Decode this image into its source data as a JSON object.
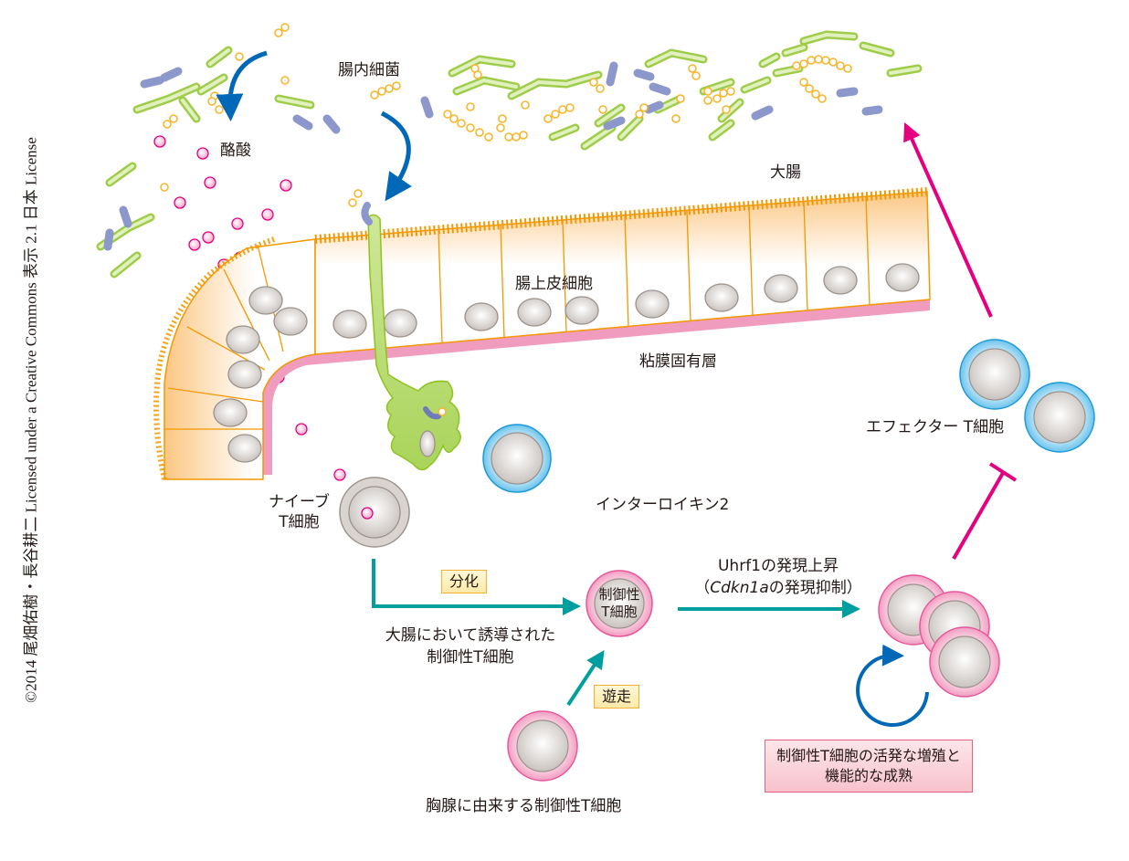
{
  "copyright": "©2014 尾畑佑樹・長谷耕二 Licensed under a Creative Commons 表示 2.1 日本 License",
  "labels": {
    "gut_bacteria": "腸内細菌",
    "butyrate": "酪酸",
    "large_intestine": "大腸",
    "epithelial_cells": "腸上皮細胞",
    "lamina_propria": "粘膜固有層",
    "naive_t_cell_line1": "ナイーブ",
    "naive_t_cell_line2": "T細胞",
    "interleukin2": "インターロイキン2",
    "treg_cell_line1": "制御性",
    "treg_cell_line2": "T細胞",
    "differentiation": "分化",
    "induced_treg_line1": "大腸において誘導された",
    "induced_treg_line2": "制御性T細胞",
    "migration": "遊走",
    "thymic_treg": "胸腺に由来する制御性T細胞",
    "uhrf1_line1": "Uhrf1の発現上昇",
    "uhrf1_line2_open": "（",
    "uhrf1_line2_gene": "Cdkn1a",
    "uhrf1_line2_rest": "の発現抑制）",
    "effector_t_cell": "エフェクター T細胞",
    "proliferation_line1": "制御性T細胞の活発な増殖と",
    "proliferation_line2": "機能的な成熟"
  },
  "colors": {
    "blue_arrow": "#0068b7",
    "teal_arrow": "#009e9f",
    "magenta_arrow": "#e4007f",
    "epithelium_outline": "#f39800",
    "lamina_propria": "#f09cbf",
    "bacteria_green": "#8fc31f",
    "bacteria_purple": "#8c97cb",
    "cocci_yellow": "#f8b62d",
    "butyrate_pink": "#e4007f",
    "effector_blue": "#40b0e6",
    "treg_pink": "#e9559a",
    "nucleus_gray": "#d9d4d0"
  }
}
